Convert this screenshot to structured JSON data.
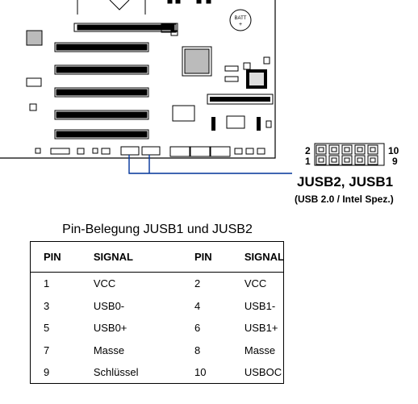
{
  "board": {
    "battery_label": "BATT",
    "battery_sign": "+"
  },
  "connector": {
    "title": "JUSB2, JUSB1",
    "subtitle": "(USB 2.0 / Intel Spez.)",
    "pin_top_left": "2",
    "pin_bottom_left": "1",
    "pin_top_right": "10",
    "pin_bottom_right": "9"
  },
  "table": {
    "title": "Pin-Belegung JUSB1 und JUSB2",
    "headers": [
      "PIN",
      "SIGNAL",
      "PIN",
      "SIGNAL"
    ],
    "rows": [
      [
        "1",
        "VCC",
        "2",
        "VCC"
      ],
      [
        "3",
        "USB0-",
        "4",
        "USB1-"
      ],
      [
        "5",
        "USB0+",
        "6",
        "USB1+"
      ],
      [
        "7",
        "Masse",
        "8",
        "Masse"
      ],
      [
        "9",
        "Schlüssel",
        "10",
        "USBOC"
      ]
    ]
  }
}
